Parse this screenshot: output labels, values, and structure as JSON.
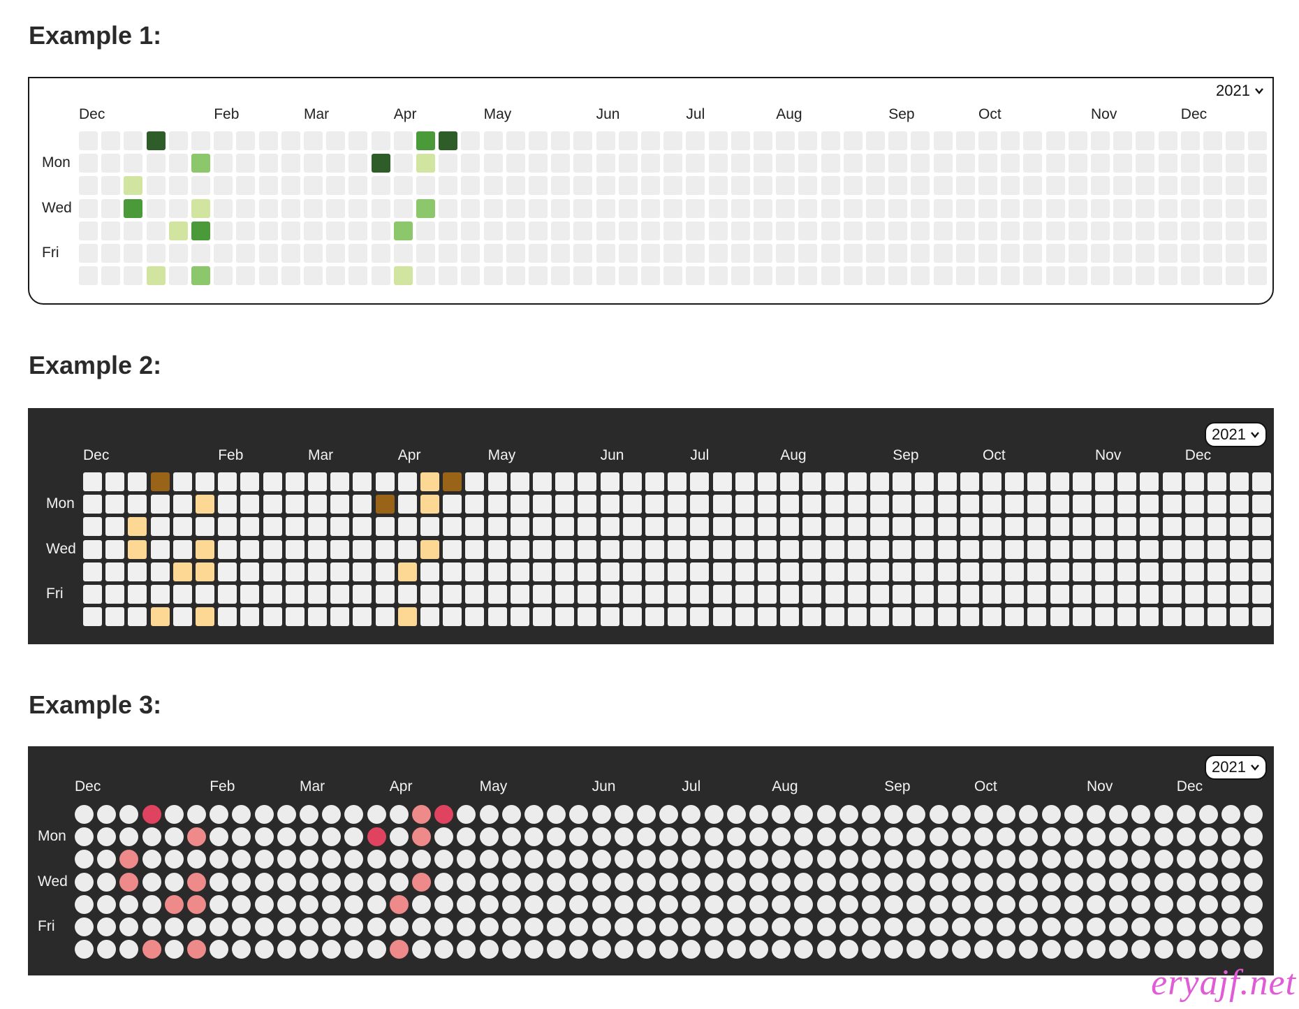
{
  "months": [
    "Dec",
    "Feb",
    "Mar",
    "Apr",
    "May",
    "Jun",
    "Jul",
    "Aug",
    "Sep",
    "Oct",
    "Nov",
    "Dec"
  ],
  "month_week_index": [
    0,
    6,
    10,
    14,
    18,
    23,
    27,
    31,
    36,
    40,
    45,
    49
  ],
  "day_labels": [
    {
      "row": 1,
      "text": "Mon"
    },
    {
      "row": 3,
      "text": "Wed"
    },
    {
      "row": 5,
      "text": "Fri"
    }
  ],
  "week_count": 53,
  "activity": [
    {
      "week": 3,
      "day": 0,
      "level": 4
    },
    {
      "week": 15,
      "day": 0,
      "level": 3
    },
    {
      "week": 16,
      "day": 0,
      "level": 4
    },
    {
      "week": 5,
      "day": 1,
      "level": 2
    },
    {
      "week": 13,
      "day": 1,
      "level": 4
    },
    {
      "week": 15,
      "day": 1,
      "level": 1
    },
    {
      "week": 2,
      "day": 2,
      "level": 1
    },
    {
      "week": 2,
      "day": 3,
      "level": 3
    },
    {
      "week": 5,
      "day": 3,
      "level": 1
    },
    {
      "week": 15,
      "day": 3,
      "level": 2
    },
    {
      "week": 4,
      "day": 4,
      "level": 1
    },
    {
      "week": 5,
      "day": 4,
      "level": 3
    },
    {
      "week": 14,
      "day": 4,
      "level": 2
    },
    {
      "week": 3,
      "day": 6,
      "level": 1
    },
    {
      "week": 5,
      "day": 6,
      "level": 2
    },
    {
      "week": 14,
      "day": 6,
      "level": 1
    }
  ],
  "examples": [
    {
      "title": "Example 1:",
      "year": "2021",
      "theme": "light",
      "shape": "square",
      "empty_color": "#ededed",
      "level_colors": [
        "#ededed",
        "#d2e5a0",
        "#8cc86b",
        "#4a9a3a",
        "#2e5d2a"
      ]
    },
    {
      "title": "Example 2:",
      "year": "2021",
      "theme": "dark",
      "shape": "square",
      "empty_color": "#f0f0f0",
      "level_colors": [
        "#f0f0f0",
        "#fdd794",
        "#fdd794",
        "#fdd794",
        "#9a6418"
      ]
    },
    {
      "title": "Example 3:",
      "year": "2021",
      "theme": "dark",
      "shape": "circle",
      "empty_color": "#ececec",
      "level_colors": [
        "#ececec",
        "#ee8a8a",
        "#ee8a8a",
        "#ee8a8a",
        "#e0435f"
      ]
    }
  ],
  "watermark": "eryajf.net"
}
